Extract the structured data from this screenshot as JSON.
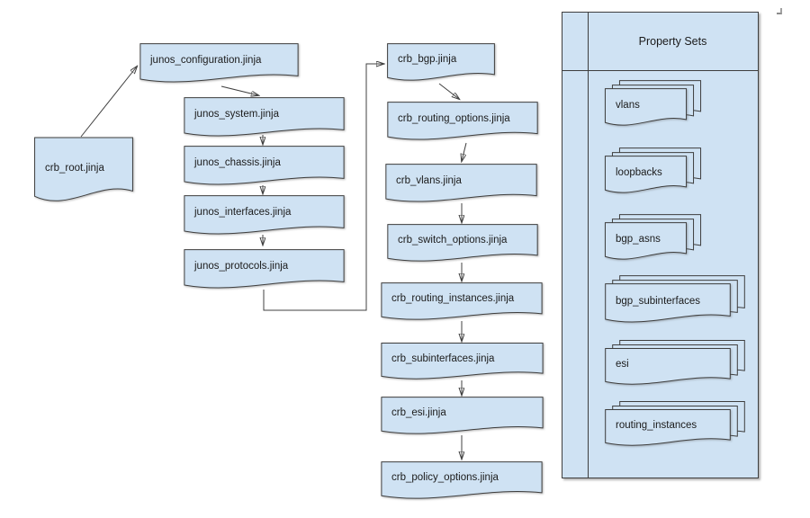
{
  "colors": {
    "shape_fill": "#cfe2f3",
    "shape_border": "#3e3e3e",
    "connector": "#404040",
    "text": "#1b1b1b",
    "background": "#ffffff"
  },
  "diagram": {
    "root_node": {
      "label": "crb_root.jinja"
    },
    "junos_templates": [
      {
        "label": "junos_configuration.jinja"
      },
      {
        "label": "junos_system.jinja"
      },
      {
        "label": "junos_chassis.jinja"
      },
      {
        "label": "junos_interfaces.jinja"
      },
      {
        "label": "junos_protocols.jinja"
      }
    ],
    "crb_templates": [
      {
        "label": "crb_bgp.jinja"
      },
      {
        "label": "crb_routing_options.jinja"
      },
      {
        "label": "crb_vlans.jinja"
      },
      {
        "label": "crb_switch_options.jinja"
      },
      {
        "label": "crb_routing_instances.jinja"
      },
      {
        "label": "crb_subinterfaces.jinja"
      },
      {
        "label": "crb_esi.jinja"
      },
      {
        "label": "crb_policy_options.jinja"
      }
    ],
    "property_sets": {
      "title": "Property Sets",
      "items": [
        {
          "label": "vlans"
        },
        {
          "label": "loopbacks"
        },
        {
          "label": "bgp_asns"
        },
        {
          "label": "bgp_subinterfaces"
        },
        {
          "label": "esi"
        },
        {
          "label": "routing_instances"
        }
      ]
    },
    "edges": [
      {
        "from": "crb_root.jinja",
        "to": "junos_configuration.jinja"
      },
      {
        "from": "junos_configuration.jinja",
        "to": "junos_system.jinja"
      },
      {
        "from": "junos_system.jinja",
        "to": "junos_chassis.jinja"
      },
      {
        "from": "junos_chassis.jinja",
        "to": "junos_interfaces.jinja"
      },
      {
        "from": "junos_interfaces.jinja",
        "to": "junos_protocols.jinja"
      },
      {
        "from": "junos_protocols.jinja",
        "to": "crb_bgp.jinja"
      },
      {
        "from": "crb_bgp.jinja",
        "to": "crb_routing_options.jinja"
      },
      {
        "from": "crb_routing_options.jinja",
        "to": "crb_vlans.jinja"
      },
      {
        "from": "crb_vlans.jinja",
        "to": "crb_switch_options.jinja"
      },
      {
        "from": "crb_switch_options.jinja",
        "to": "crb_routing_instances.jinja"
      },
      {
        "from": "crb_routing_instances.jinja",
        "to": "crb_subinterfaces.jinja"
      },
      {
        "from": "crb_subinterfaces.jinja",
        "to": "crb_esi.jinja"
      },
      {
        "from": "crb_esi.jinja",
        "to": "crb_policy_options.jinja"
      }
    ]
  }
}
